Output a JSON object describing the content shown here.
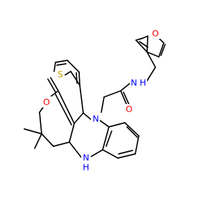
{
  "colors": {
    "background": "#ffffff",
    "bond": "#000000",
    "oxygen": "#ff0000",
    "nitrogen": "#0000ff",
    "sulfur": "#c8a000"
  },
  "atoms": {
    "furan_oxygen": "O",
    "amide_nitrogen": "N",
    "amide_hydrogen": "H",
    "amide_oxygen": "O",
    "ring_nitrogen": "N",
    "ketone_oxygen": "O",
    "thiophene_sulfur": "S",
    "secondary_amine": "N",
    "secondary_amine_hydrogen": "H"
  }
}
